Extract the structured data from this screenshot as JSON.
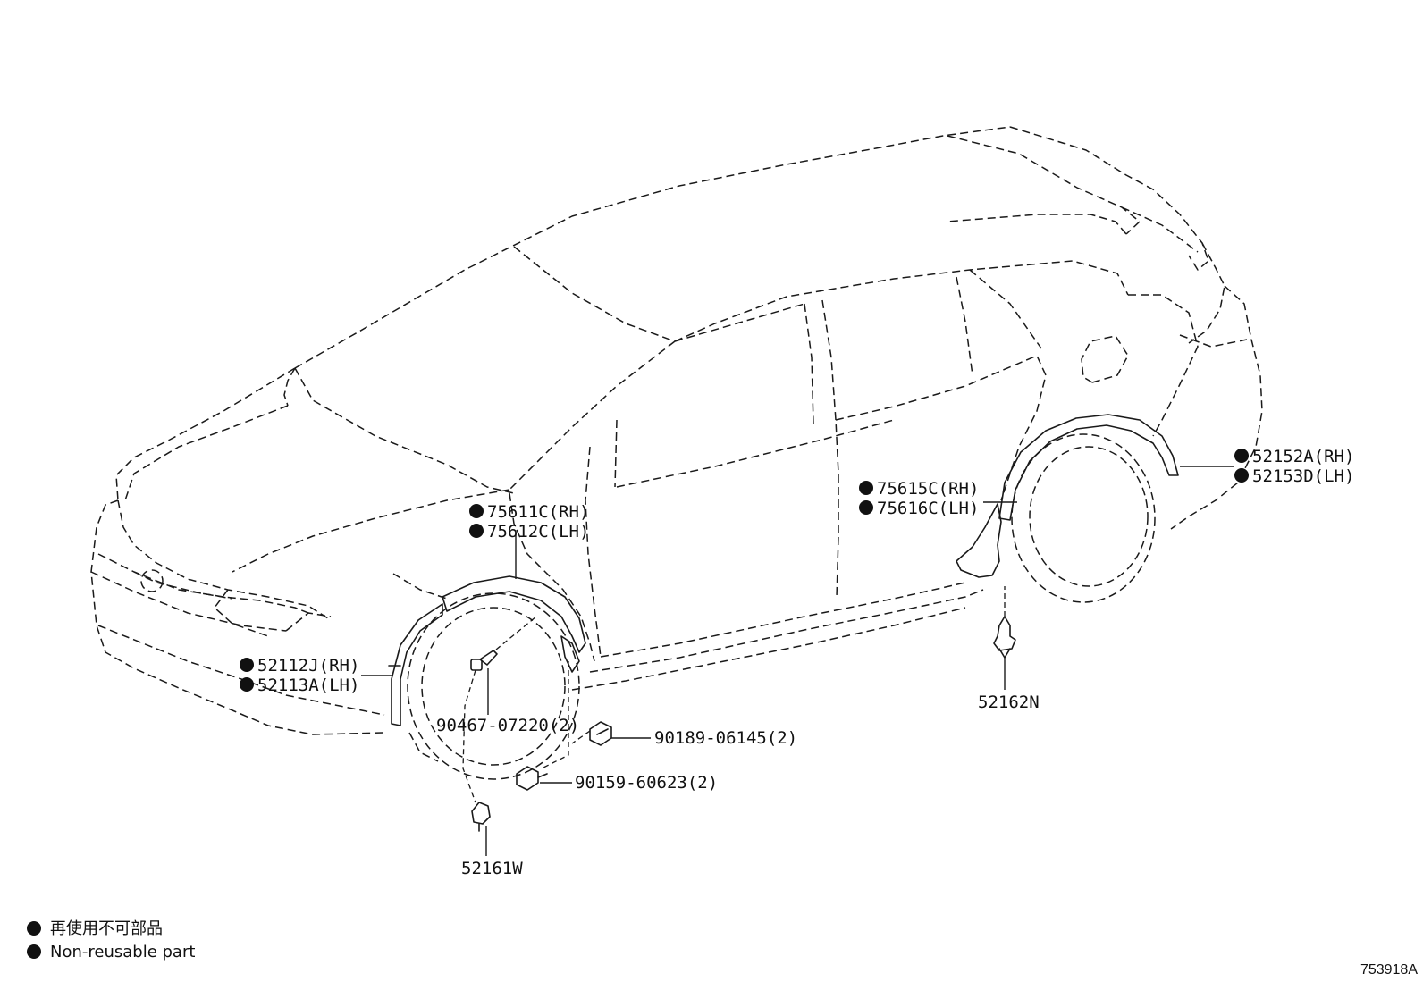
{
  "callouts": [
    {
      "dot": true,
      "text": "75611C(RH)"
    },
    {
      "dot": true,
      "text": "75612C(LH)"
    },
    {
      "dot": true,
      "text": "52112J(RH)"
    },
    {
      "dot": true,
      "text": "52113A(LH)"
    },
    {
      "dot": false,
      "text": "90467-07220(2)"
    },
    {
      "dot": false,
      "text": "90189-06145(2)"
    },
    {
      "dot": false,
      "text": "90159-60623(2)"
    },
    {
      "dot": false,
      "text": "52161W"
    },
    {
      "dot": true,
      "text": "75615C(RH)"
    },
    {
      "dot": true,
      "text": "75616C(LH)"
    },
    {
      "dot": false,
      "text": "52162N"
    },
    {
      "dot": true,
      "text": "52152A(RH)"
    },
    {
      "dot": true,
      "text": "52153D(LH)"
    }
  ],
  "legend": {
    "line1": "再使用不可部品",
    "line2": "Non-reusable part"
  },
  "figure_ref": "753918A"
}
